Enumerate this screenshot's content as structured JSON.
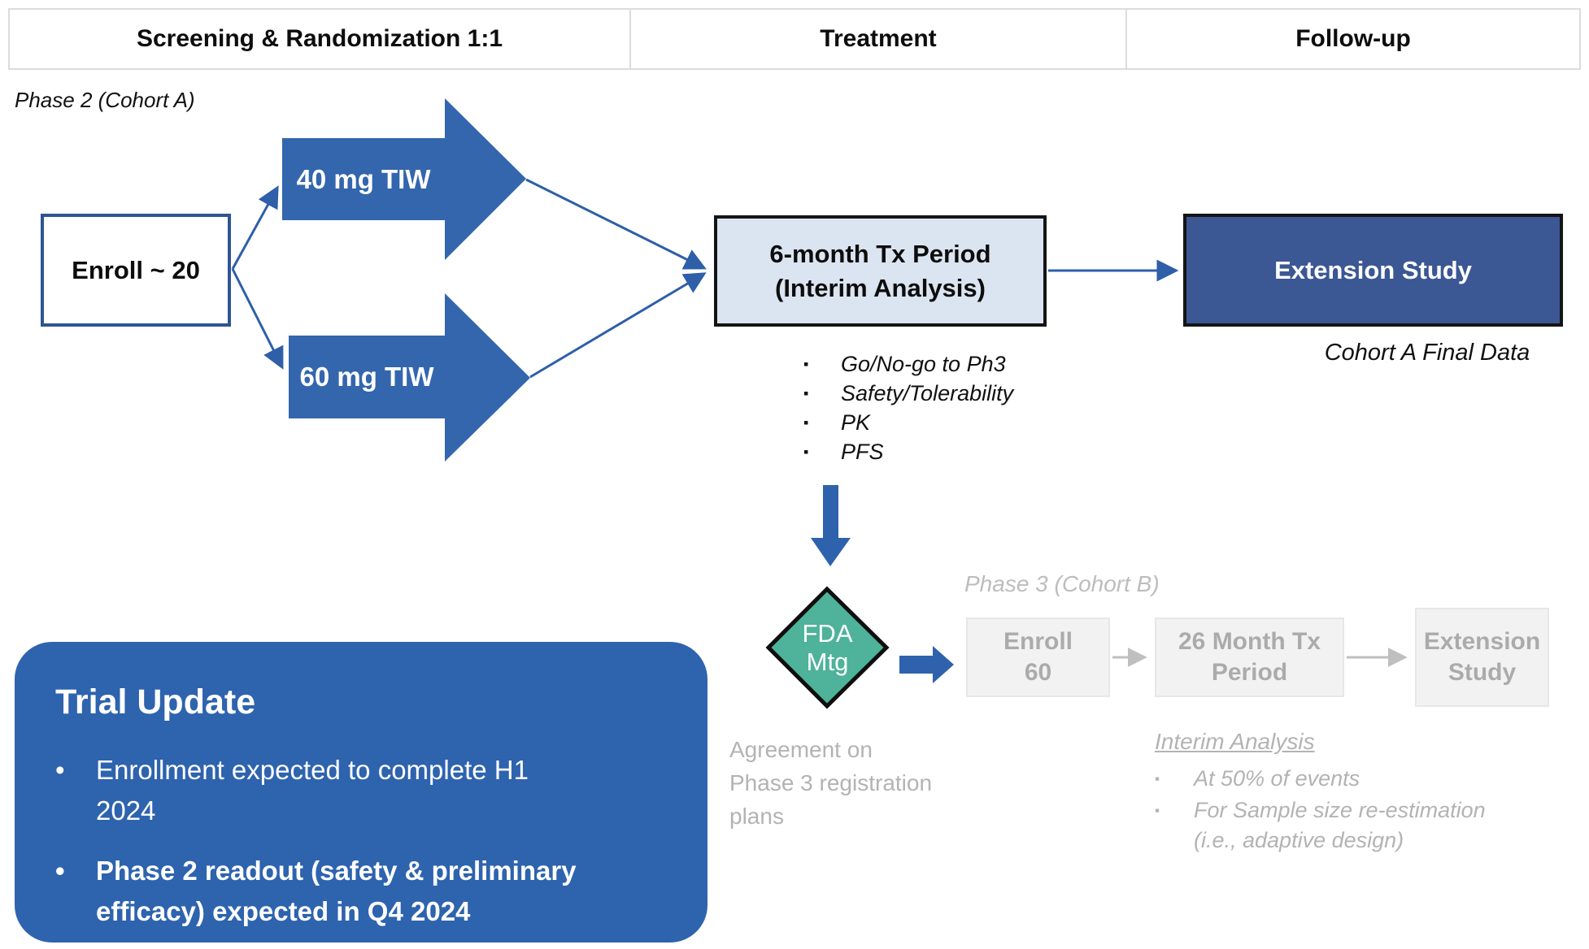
{
  "colors": {
    "arrow_blue": "#3366ad",
    "line_blue": "#2e5fa8",
    "navy_box": "#3b5794",
    "light_blue_box": "#dbe5f1",
    "enroll_border": "#2f5496",
    "trial_update_blue": "#2e63ae",
    "teal_diamond": "#4fb29b",
    "gray_text": "#ababab",
    "gray_box_fill": "#f2f2f2"
  },
  "header": {
    "cells": [
      "Screening & Randomization 1:1",
      "Treatment",
      "Follow-up"
    ]
  },
  "phase2": {
    "label": "Phase 2 (Cohort A)",
    "enroll": "Enroll ~ 20",
    "arm_top": "40 mg TIW",
    "arm_bottom": "60 mg TIW",
    "tx_line1": "6-month Tx Period",
    "tx_line2": "(Interim Analysis)",
    "tx_bullets": [
      "Go/No-go to Ph3",
      "Safety/Tolerability",
      "PK",
      "PFS"
    ],
    "extension": "Extension Study",
    "extension_note": "Cohort A Final Data"
  },
  "fda": {
    "line1": "FDA",
    "line2": "Mtg",
    "note_lines": [
      "Agreement on",
      "Phase 3 registration",
      "plans"
    ]
  },
  "phase3": {
    "label": "Phase 3 (Cohort B)",
    "box1_line1": "Enroll",
    "box1_line2": "60",
    "box2": "26 Month Tx Period",
    "box3_line1": "Extension",
    "box3_line2": "Study",
    "interim_title": "Interim Analysis",
    "interim_bullets": [
      "At 50% of events",
      "For Sample size re-estimation (i.e., adaptive design)"
    ]
  },
  "trial_update": {
    "title": "Trial Update",
    "bullets": [
      "Enrollment expected to complete H1 2024",
      "Phase 2 readout (safety & preliminary efficacy) expected in Q4 2024"
    ]
  }
}
